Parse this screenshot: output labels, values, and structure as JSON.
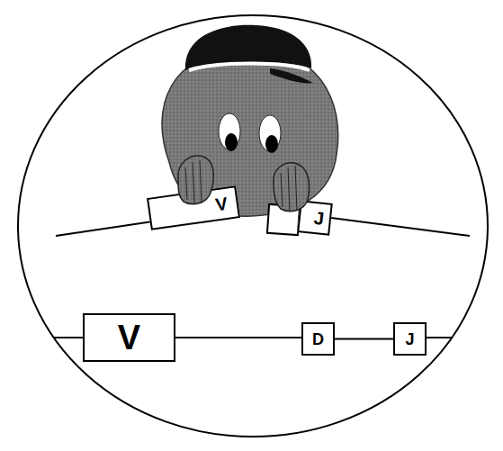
{
  "diagram": {
    "nodes": [
      {
        "text": [
          "V"
        ]
      },
      {
        "text": [
          "J"
        ]
      },
      {
        "text": [
          "V"
        ]
      },
      {
        "text": [
          "D"
        ]
      },
      {
        "text": [
          "J"
        ]
      }
    ],
    "edges": [
      {
        "from": 2,
        "to": 3,
        "arrow": "none"
      },
      {
        "from": 3,
        "to": 4,
        "arrow": "none"
      }
    ]
  }
}
